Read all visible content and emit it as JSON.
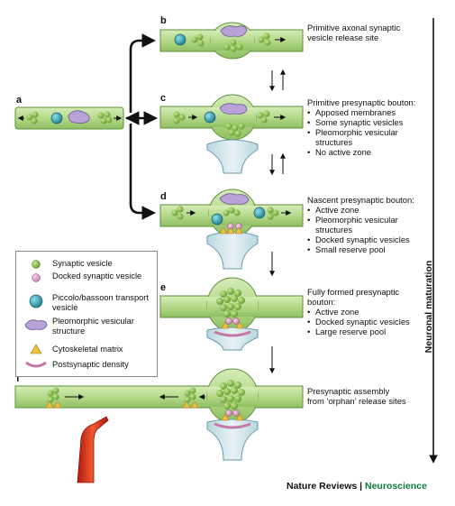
{
  "panels": {
    "a": {
      "letter": "a"
    },
    "b": {
      "letter": "b",
      "text": "Primitive axonal synaptic vesicle release site"
    },
    "c": {
      "letter": "c",
      "title": "Primitive presynaptic bouton:",
      "bullets": [
        "Apposed membranes",
        "Some synaptic vesicles",
        "Pleomorphic vesicular structures",
        "No active zone"
      ]
    },
    "d": {
      "letter": "d",
      "title": "Nascent presynaptic bouton:",
      "bullets": [
        "Active zone",
        "Pleomorphic vesicular structures",
        "Docked synaptic vesicles",
        "Small reserve pool"
      ]
    },
    "e": {
      "letter": "e",
      "title": "Fully formed presynaptic bouton:",
      "bullets": [
        "Active zone",
        "Docked synaptic vesicles",
        "Large reserve pool"
      ]
    },
    "f": {
      "letter": "f",
      "text": "Presynaptic assembly from ‘orphan’ release sites"
    }
  },
  "legend": [
    {
      "label": "Synaptic vesicle",
      "icon": "synaptic-vesicle-icon"
    },
    {
      "label": "Docked synaptic vesicle",
      "icon": "docked-vesicle-icon"
    },
    {
      "label": "Piccolo/bassoon transport vesicle",
      "icon": "piccolo-bassoon-icon"
    },
    {
      "label": "Pleomorphic vesicular structure",
      "icon": "pleomorphic-icon"
    },
    {
      "label": "Cytoskeletal matrix",
      "icon": "cytoskeletal-matrix-icon"
    },
    {
      "label": "Postsynaptic density",
      "icon": "postsynaptic-density-icon"
    }
  ],
  "side_label": "Neuronal maturation",
  "footer": {
    "publisher": "Nature Reviews",
    "separator": " | ",
    "journal": "Neuroscience"
  },
  "colors": {
    "axon": "#b4d98a",
    "axon_edge": "#5e8f3a",
    "vesicle": "#8fc04a",
    "piccolo": "#2e9fb0",
    "pleomorphic": "#a890c8",
    "matrix": "#f0c040",
    "psd": "#c478a8",
    "dendrite": "#cfe4ea",
    "orphan": "#d83020"
  }
}
